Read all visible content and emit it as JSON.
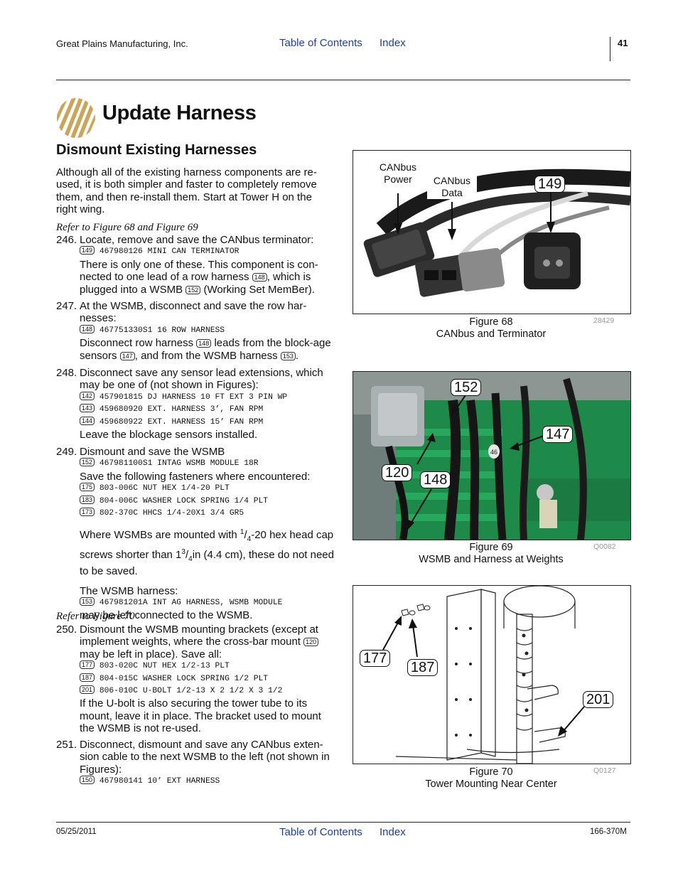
{
  "header": {
    "company": "Great Plains Manufacturing, Inc.",
    "toc_link": "Table of Contents",
    "index_link": "Index",
    "page_number": "41"
  },
  "section": {
    "title": "Update Harness",
    "subtitle": "Dismount Existing Harnesses",
    "intro": "Although all of the existing harness components are re-used, it is both simpler and faster to completely remove them, and then re-install them. Start at Tower H on the right wing."
  },
  "refer1": "Refer to Figure 68 and Figure 69",
  "refer2": "Refer to Figure 70",
  "steps": {
    "s246": {
      "num": "246.",
      "text": "Locate, remove and save the CANbus terminator:",
      "part1": "467980126 MINI CAN TERMINATOR",
      "note_a": "There is only one of these. This component is con-nected to one lead of a row harness",
      "note_b": ", which is plugged into a WSMB",
      "note_c": "(Working Set MemBer)."
    },
    "s247": {
      "num": "247.",
      "text": "At the WSMB, disconnect and save the row har-nesses:",
      "part1": "467751330S1 16 ROW HARNESS",
      "note_a": "Disconnect row harness",
      "note_b": "leads from the block-age sensors",
      "note_c": ", and from the WSMB harness",
      "note_d": "."
    },
    "s248": {
      "num": "248.",
      "text": "Disconnect save any sensor lead extensions, which may be one of (not shown in Figures):",
      "part1": "457901815 DJ HARNESS 10 FT EXT 3 PIN WP",
      "part2": "459680920 EXT. HARNESS 3’, FAN RPM",
      "part3": "459680922 EXT. HARNESS 15’ FAN RPM",
      "note": "Leave the blockage sensors installed."
    },
    "s249": {
      "num": "249.",
      "text": "Dismount and save the WSMB",
      "part1": "467981100S1 INTAG WSMB MODULE 18R",
      "fasteners_intro": "Save the following fasteners where encountered:",
      "part2": "803-006C NUT HEX 1/4-20 PLT",
      "part3": "804-006C WASHER LOCK SPRING 1/4 PLT",
      "part4": "802-370C HHCS 1/4-20X1 3/4 GR5",
      "mount_a": "Where WSMBs are mounted with",
      "mount_b": "-20 hex head cap screws shorter than 1",
      "mount_c": "in (4.4 cm), these do not need to be saved.",
      "frac1_num": "1",
      "frac1_den": "4",
      "frac2_num": "3",
      "frac2_den": "4",
      "harness_intro": "The WSMB harness:",
      "part5": "467981201A INT AG HARNESS, WSMB MODULE",
      "harness_note": "may be left connected to the WSMB."
    },
    "s250": {
      "num": "250.",
      "text_a": "Dismount the WSMB mounting brackets (except at implement weights, where the cross-bar mount",
      "text_b": "may be left in place). Save all:",
      "part1": "803-020C NUT HEX 1/2-13 PLT",
      "part2": "804-015C WASHER LOCK SPRING 1/2 PLT",
      "part3": "806-010C U-BOLT 1/2-13 X 2 1/2 X 3 1/2",
      "note": "If the U-bolt is also securing the tower tube to its mount, leave it in place. The bracket used to mount the WSMB is not re-used."
    },
    "s251": {
      "num": "251.",
      "text": "Disconnect, dismount and save any CANbus exten-sion cable to the next WSMB to the left (not shown in Figures):",
      "part1": "467980141 10’ EXT HARNESS"
    }
  },
  "tags": {
    "t149": "149",
    "t148": "148",
    "t152": "152",
    "t147": "147",
    "t153": "153",
    "t142": "142",
    "t143": "143",
    "t144": "144",
    "t175": "175",
    "t183": "183",
    "t173": "173",
    "t120": "120",
    "t177": "177",
    "t187": "187",
    "t201": "201",
    "t150": "150"
  },
  "figures": {
    "f68": {
      "title": "Figure 68",
      "caption": "CANbus and Terminator",
      "image_id": "28429",
      "label_power": "CANbus Power",
      "label_data": "CANbus Data",
      "callout": "149"
    },
    "f69": {
      "title": "Figure 69",
      "caption": "WSMB and Harness at Weights",
      "image_id": "Q0082",
      "callouts": [
        "152",
        "147",
        "120",
        "148"
      ],
      "module_tag": "46"
    },
    "f70": {
      "title": "Figure 70",
      "caption": "Tower Mounting Near Center",
      "image_id": "Q0127",
      "callouts": [
        "177",
        "187",
        "201"
      ]
    }
  },
  "footer": {
    "date": "05/25/2011",
    "toc_link": "Table of Contents",
    "index_link": "Index",
    "doc_number": "166-370M"
  },
  "colors": {
    "link": "#1f3f9f",
    "logo_gold": "#c9a65a",
    "machine_green": "#1e8a4a"
  }
}
